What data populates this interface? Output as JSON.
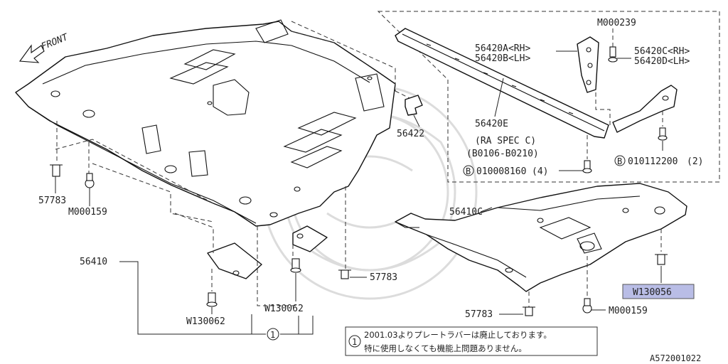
{
  "diagram": {
    "front_label": "FRONT",
    "drawing_number": "A572001022",
    "parts": {
      "p56410": "56410",
      "p56410C": "56410C",
      "p56420A": "56420A<RH>",
      "p56420B": "56420B<LH>",
      "p56420C": "56420C<RH>",
      "p56420D": "56420D<LH>",
      "p56420E": "56420E",
      "ra_spec": "(RA SPEC C)",
      "date_range": "(B0106-B0210)",
      "p56422": "56422",
      "m000239": "M000239",
      "m000159_left": "M000159",
      "m000159_right": "M000159",
      "p57783_left": "57783",
      "p57783_mid": "57783",
      "p57783_right": "57783",
      "w130062_left": "W130062",
      "w130062_right": "W130062",
      "w130056": "W130056",
      "bolt_1_code": "010008160",
      "bolt_1_qty": "(4)",
      "bolt_2_code": "010112200",
      "bolt_2_qty": "(2)",
      "bolt_marker": "B",
      "ref_marker": "1"
    },
    "note": {
      "marker": "1",
      "line1": "2001.03よりプレートラバーは廃止しております。",
      "line2": "特に使用しなくても機能上問題ありません。"
    },
    "colors": {
      "highlight": "#b9bde6",
      "line": "#111111"
    }
  }
}
